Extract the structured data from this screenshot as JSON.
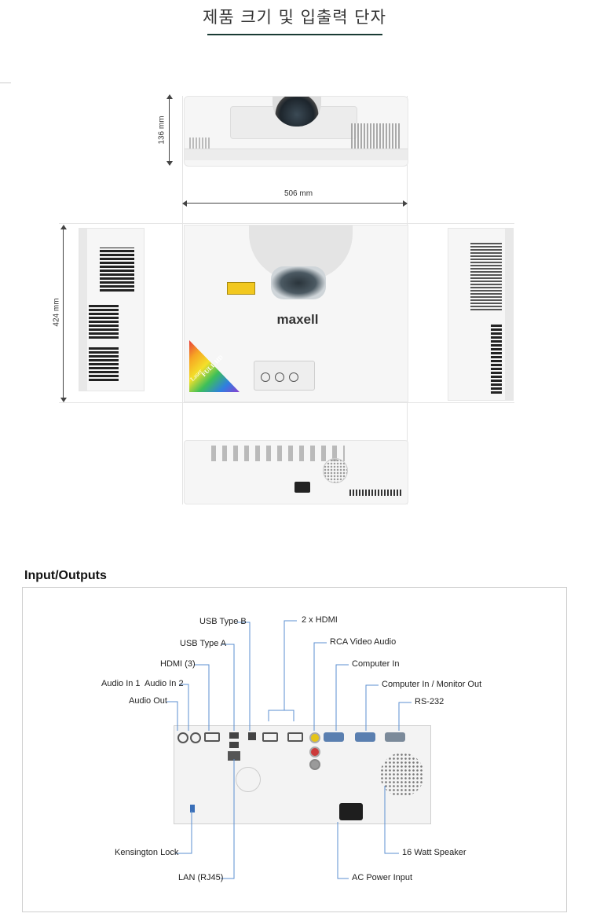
{
  "header": {
    "title": "제품 크기 및 입출력 단자"
  },
  "dimensions": {
    "height_label": "136 mm",
    "width_label": "506 mm",
    "depth_label": "424 mm"
  },
  "projector": {
    "brand": "maxell",
    "badge_line1": "Laser",
    "badge_line2": "FULL HD"
  },
  "io": {
    "title": "Input/Outputs",
    "labels": {
      "usb_type_b": "USB Type B",
      "usb_type_a": "USB Type A",
      "hdmi_3": "HDMI (3)",
      "audio_in": "Audio In 1  Audio In 2",
      "audio_out": "Audio Out",
      "two_hdmi": "2 x HDMI",
      "rca": "RCA Video Audio",
      "computer_in": "Computer In",
      "computer_monitor": "Computer In / Monitor Out",
      "rs232": "RS-232",
      "kensington": "Kensington Lock",
      "lan": "LAN (RJ45)",
      "speaker": "16 Watt Speaker",
      "ac_power": "AC Power Input"
    }
  },
  "colors": {
    "accent_underline": "#1a3b34",
    "callout_line": "#5b8fd0"
  }
}
